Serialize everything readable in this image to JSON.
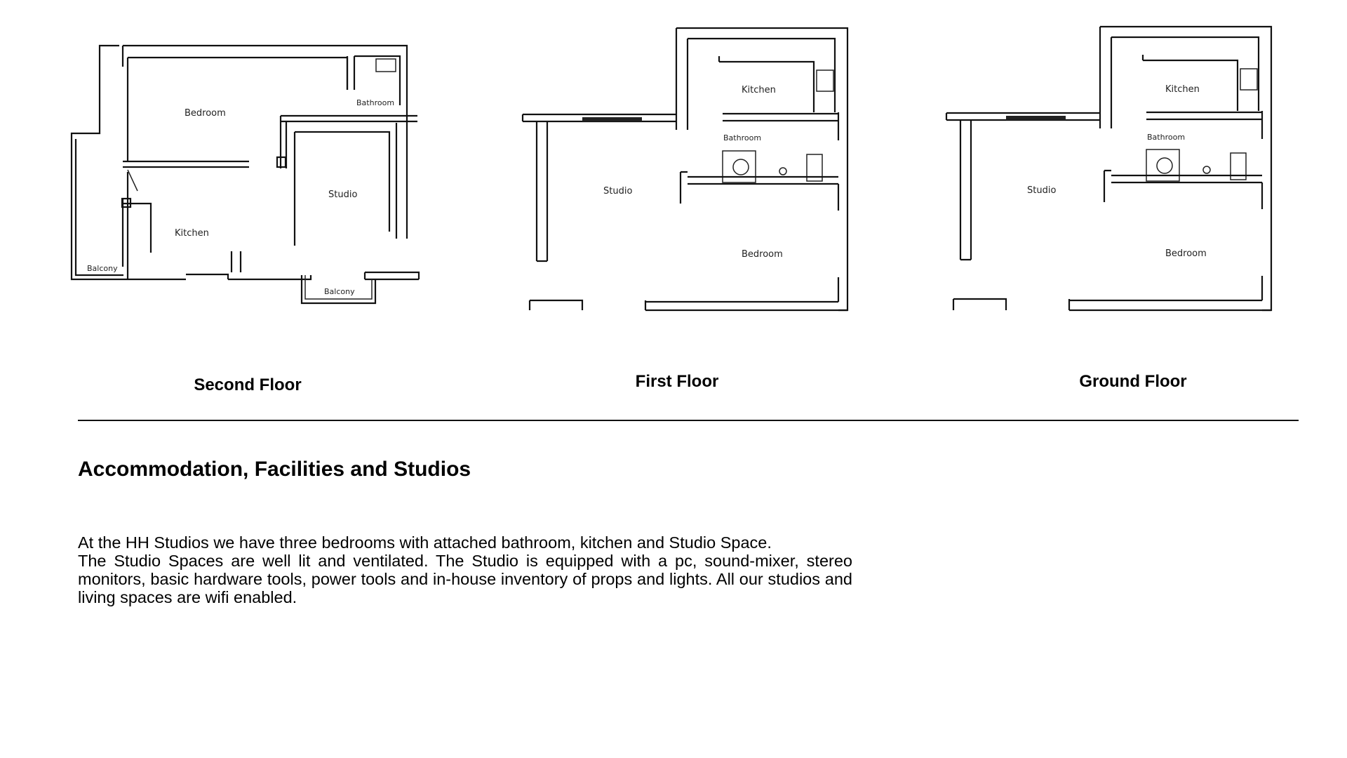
{
  "floor_plans": [
    {
      "caption": "Second Floor",
      "rooms": {
        "bedroom": "Bedroom",
        "bathroom": "Bathroom",
        "studio": "Studio",
        "kitchen": "Kitchen",
        "balcony_left": "Balcony",
        "balcony_bottom": "Balcony"
      }
    },
    {
      "caption": "First Floor",
      "rooms": {
        "kitchen": "Kitchen",
        "bathroom": "Bathroom",
        "studio": "Studio",
        "bedroom": "Bedroom"
      }
    },
    {
      "caption": "Ground Floor",
      "rooms": {
        "kitchen": "Kitchen",
        "bathroom": "Bathroom",
        "studio": "Studio",
        "bedroom": "Bedroom"
      }
    }
  ],
  "section": {
    "title": "Accommodation, Facilities and Studios",
    "paragraph_1": "At the HH Studios we have three bedrooms with attached bathroom, kitchen and Studio Space.",
    "paragraph_2": "The Studio Spaces are well lit and ventilated. The Studio is equipped with a pc, sound-mixer, stereo monitors, basic hardware tools, power tools and in-house inventory of props and lights. All our studios and living spaces are wifi enabled."
  }
}
